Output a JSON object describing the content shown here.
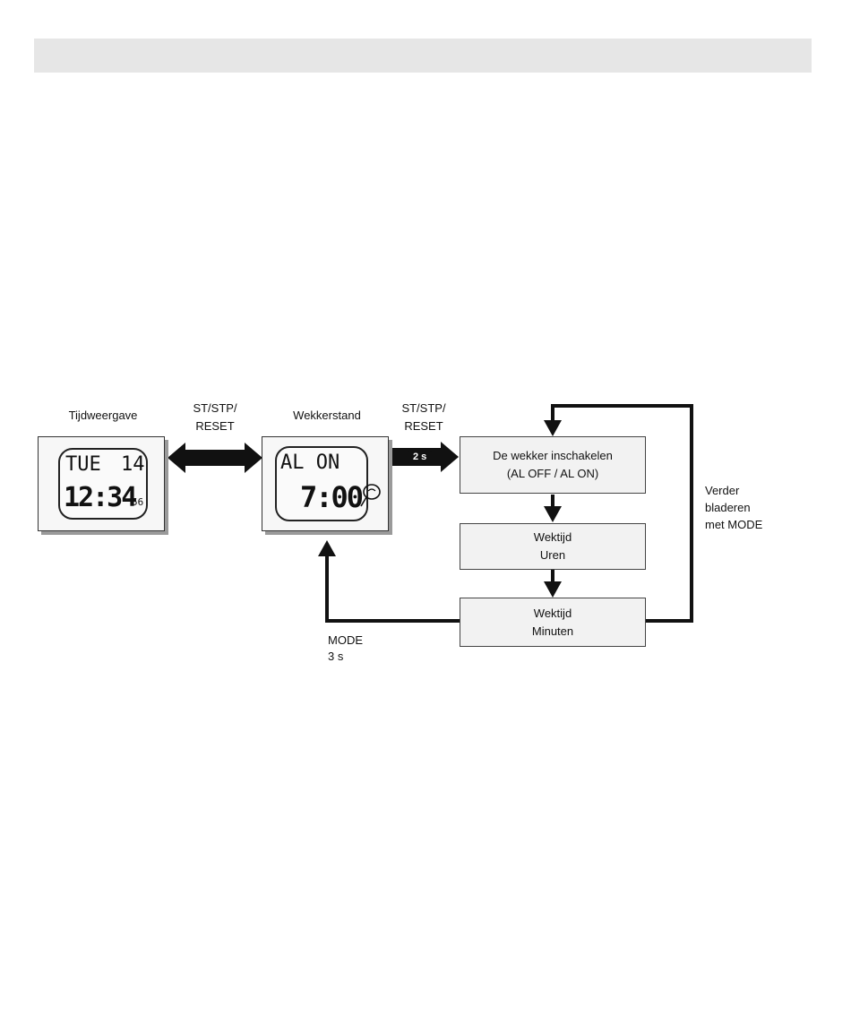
{
  "labels": {
    "time_display": "Tijdweergave",
    "alarm_mode": "Wekkerstand",
    "btn_top_1": [
      "ST/STP/",
      "RESET"
    ],
    "btn_top_2": [
      "ST/STP/",
      "RESET"
    ],
    "hold_2s": "2 s",
    "browse": [
      "Verder",
      "bladeren",
      "met MODE"
    ],
    "mode_hold": [
      "MODE",
      "3 s"
    ]
  },
  "boxes": {
    "alarm_toggle": [
      "De wekker inschakelen",
      "(AL OFF / AL ON)"
    ],
    "alarm_hours": [
      "Wektijd",
      "Uren"
    ],
    "alarm_minutes": [
      "Wektijd",
      "Minuten"
    ]
  },
  "lcd_time": {
    "day": "TUE",
    "date": "14",
    "time": "12:34",
    "seconds": "56"
  },
  "lcd_alarm": {
    "status": "AL  ON",
    "time": "7:00"
  },
  "colors": {
    "stroke": "#111111",
    "box_fill": "#f2f2f2",
    "top_bar": "#e6e6e6"
  }
}
